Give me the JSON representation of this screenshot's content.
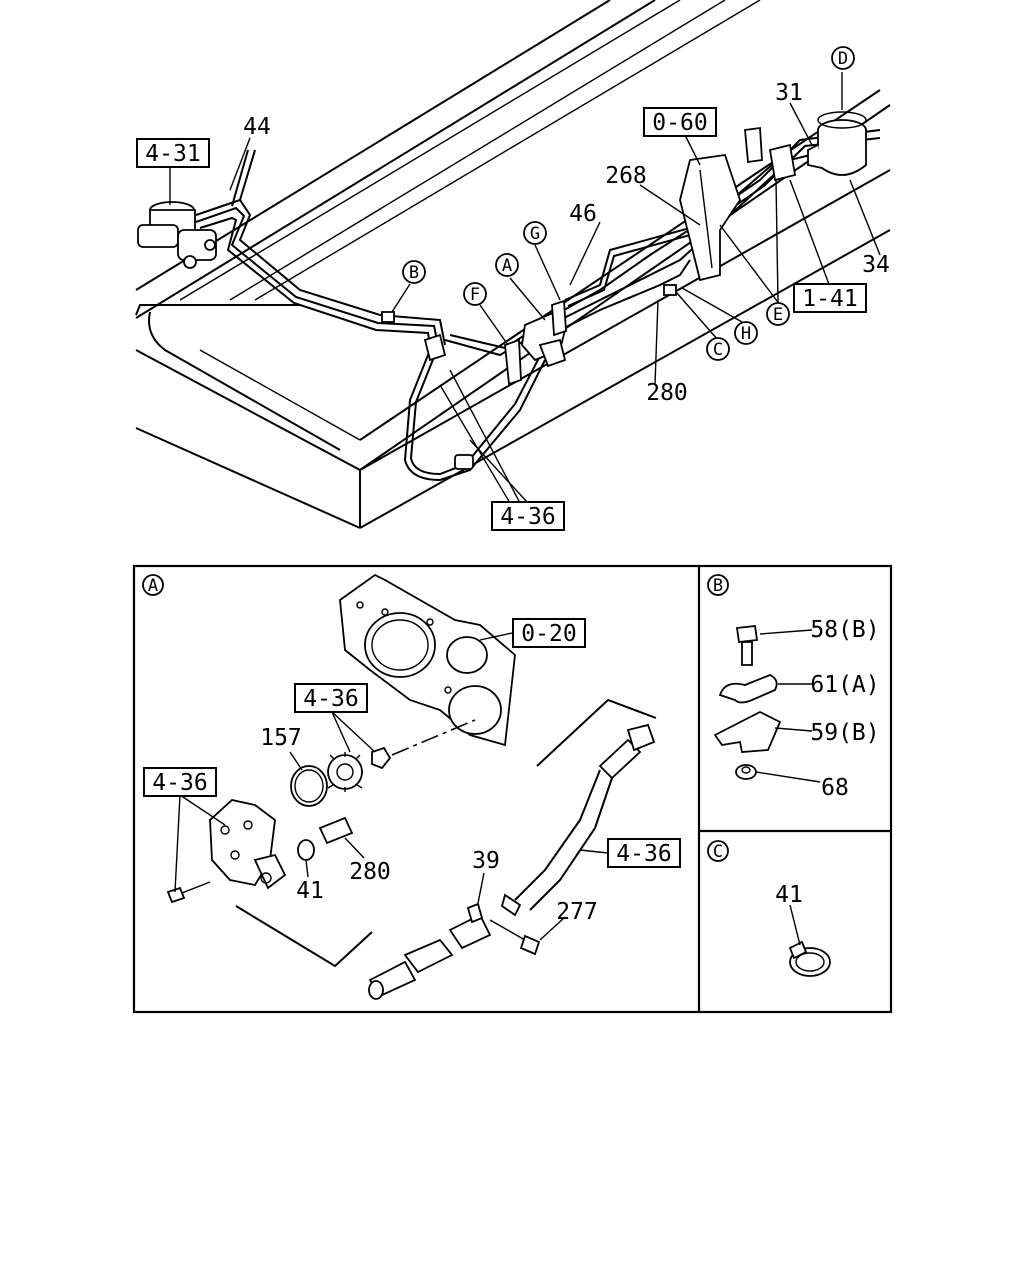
{
  "top_view": {
    "ref_boxes": {
      "r431": "4-31",
      "r060": "0-60",
      "r141": "1-41",
      "r436": "4-36"
    },
    "parts": {
      "p44": "44",
      "p31": "31",
      "p34": "34",
      "p268": "268",
      "p46": "46",
      "p280": "280"
    },
    "callouts": {
      "A": "A",
      "B": "B",
      "C": "C",
      "D": "D",
      "E1": "E",
      "E2": "E",
      "F": "F",
      "G": "G",
      "H": "H"
    }
  },
  "detail_a": {
    "panel_letter": "A",
    "ref_boxes": {
      "r020": "0-20",
      "r436a": "4-36",
      "r436b": "4-36",
      "r436c": "4-36"
    },
    "parts": {
      "p157": "157",
      "p41": "41",
      "p280": "280",
      "p39": "39",
      "p277": "277"
    }
  },
  "detail_b": {
    "panel_letter": "B",
    "parts": {
      "p58": "58(B)",
      "p61": "61(A)",
      "p59": "59(B)",
      "p68": "68"
    }
  },
  "detail_c": {
    "panel_letter": "C",
    "parts": {
      "p41": "41"
    }
  }
}
